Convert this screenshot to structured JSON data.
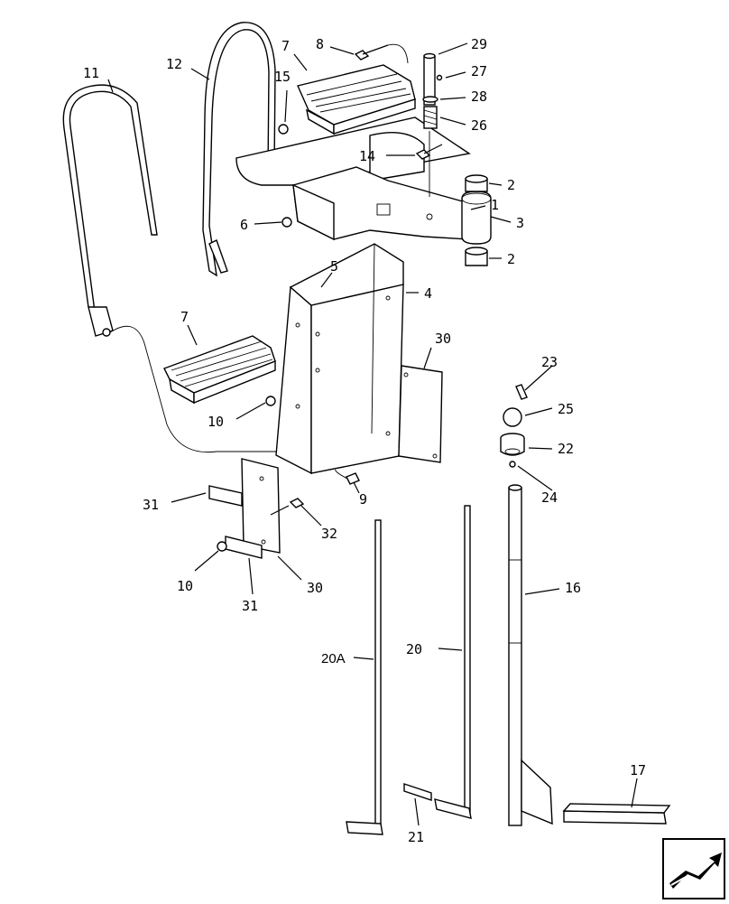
{
  "callouts": {
    "c1": "1",
    "c2a": "2",
    "c2b": "2",
    "c3": "3",
    "c4": "4",
    "c5": "5",
    "c6": "6",
    "c7a": "7",
    "c7b": "7",
    "c8": "8",
    "c9": "9",
    "c10a": "10",
    "c10b": "10",
    "c11": "11",
    "c12": "12",
    "c14": "14",
    "c15": "15",
    "c16": "16",
    "c17": "17",
    "c20": "20",
    "c20a": "20A",
    "c21": "21",
    "c22": "22",
    "c23": "23",
    "c24": "24",
    "c25": "25",
    "c26": "26",
    "c27": "27",
    "c28": "28",
    "c29": "29",
    "c30a": "30",
    "c30b": "30",
    "c31a": "31",
    "c31b": "31",
    "c32": "32"
  },
  "nav": {
    "icon": "arrow-icon"
  }
}
